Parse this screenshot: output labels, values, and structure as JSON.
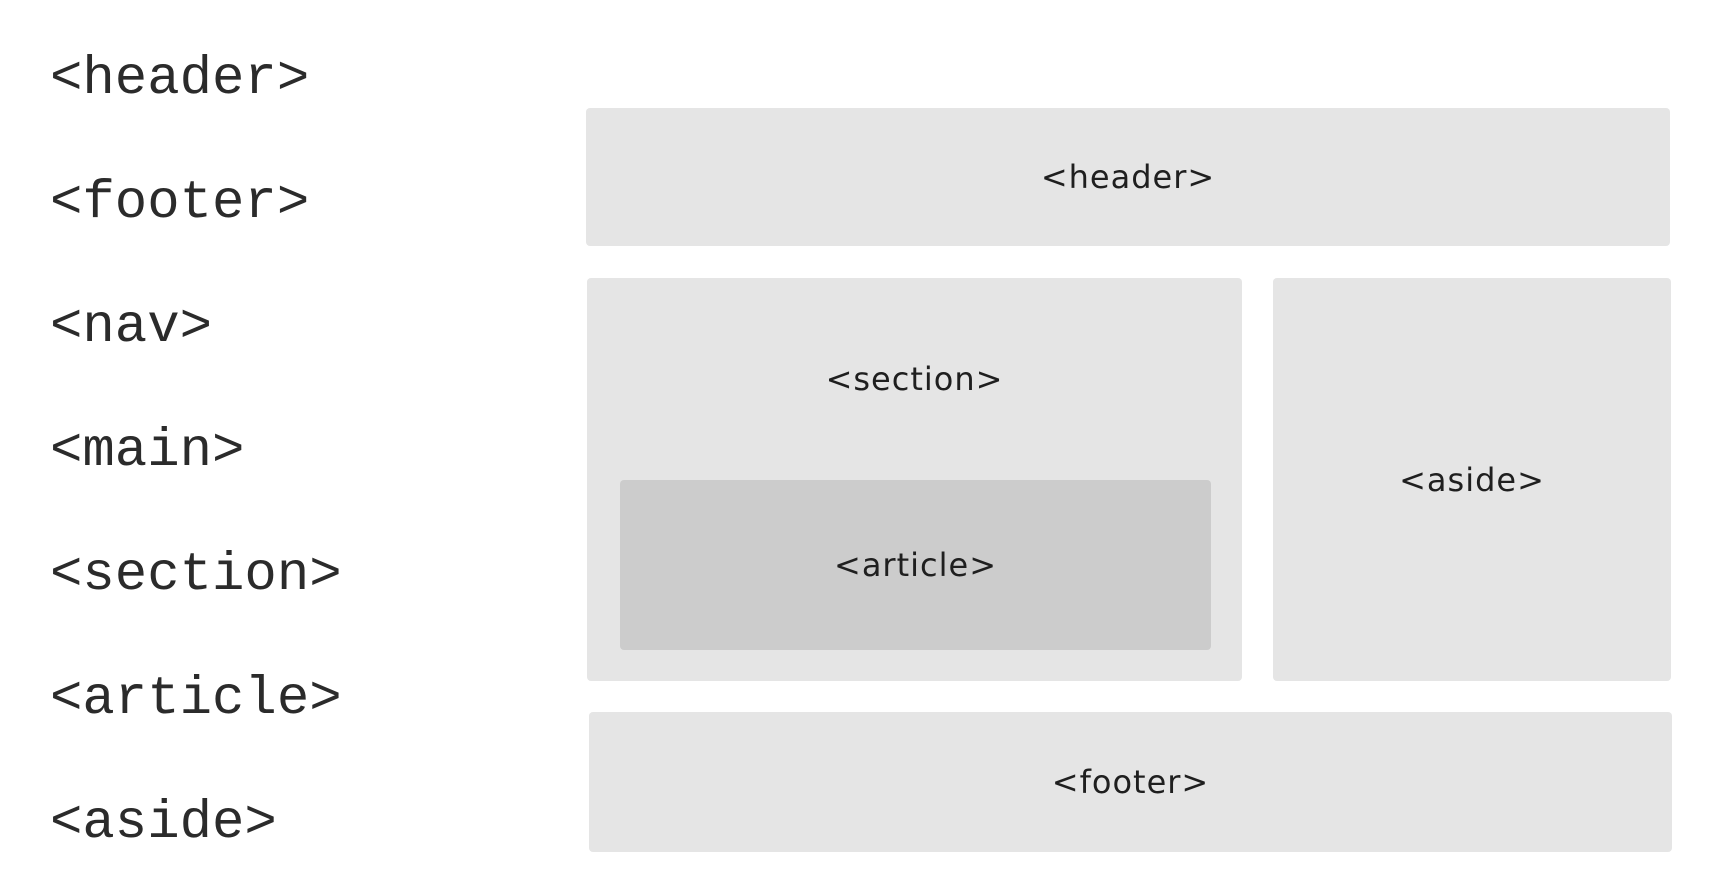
{
  "tag_list": [
    "<header>",
    "<footer>",
    "<nav>",
    "<main>",
    "<section>",
    "<article>",
    "<aside>"
  ],
  "layout_diagram": {
    "header_label": "<header>",
    "section_label": "<section>",
    "article_label": "<article>",
    "aside_label": "<aside>",
    "footer_label": "<footer>"
  },
  "colors": {
    "background": "#ffffff",
    "box": "#e5e5e5",
    "nested_box": "#cccccc",
    "text": "#2b2b2b"
  }
}
